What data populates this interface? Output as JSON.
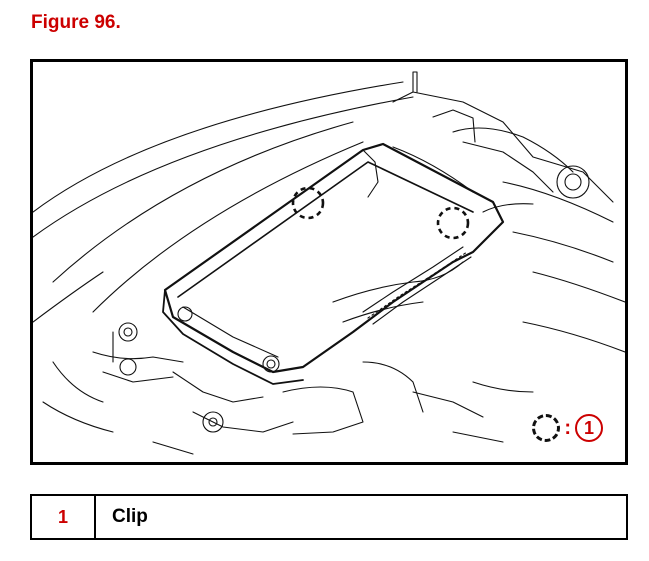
{
  "figure": {
    "title": "Figure 96.",
    "callout_number": "1",
    "callout_separator": ":"
  },
  "legend": {
    "rows": [
      {
        "number": "1",
        "label": "Clip"
      }
    ]
  },
  "colors": {
    "accent_red": "#cc0000",
    "line": "#000000"
  }
}
